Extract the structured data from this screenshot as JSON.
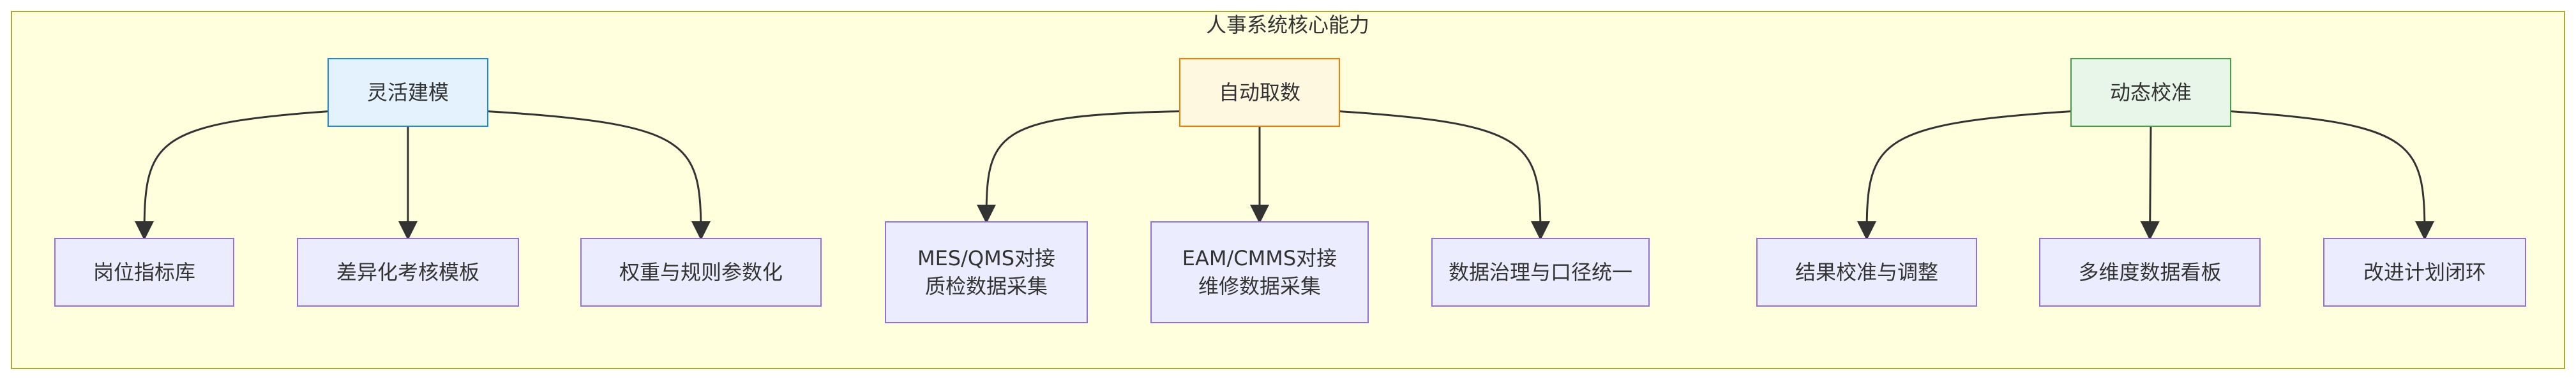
{
  "diagram": {
    "title": "人事系统核心能力",
    "colors": {
      "cluster_fill": "#ffffde",
      "cluster_stroke": "#aaaa33",
      "leaf_fill": "#ececff",
      "leaf_stroke": "#9370db",
      "edge": "#333333",
      "text": "#333333"
    },
    "groups": [
      {
        "id": "flexible-modeling",
        "label": [
          "灵活建模"
        ],
        "fill": "#e3f2fd",
        "stroke": "#1e88e5",
        "children": [
          {
            "id": "job-indicator-library",
            "label": [
              "岗位指标库"
            ]
          },
          {
            "id": "differentiated-templates",
            "label": [
              "差异化考核模板"
            ]
          },
          {
            "id": "weight-rule-parameters",
            "label": [
              "权重与规则参数化"
            ]
          }
        ]
      },
      {
        "id": "auto-fetch",
        "label": [
          "自动取数"
        ],
        "fill": "#fff8e1",
        "stroke": "#f57c00",
        "children": [
          {
            "id": "mes-qms-integration",
            "label": [
              "MES/QMS对接",
              "质检数据采集"
            ]
          },
          {
            "id": "eam-cmms-integration",
            "label": [
              "EAM/CMMS对接",
              "维修数据采集"
            ]
          },
          {
            "id": "data-governance",
            "label": [
              "数据治理与口径统一"
            ]
          }
        ]
      },
      {
        "id": "dynamic-calibration",
        "label": [
          "动态校准"
        ],
        "fill": "#e8f5e9",
        "stroke": "#43a047",
        "children": [
          {
            "id": "result-calibration",
            "label": [
              "结果校准与调整"
            ]
          },
          {
            "id": "multi-dim-dashboard",
            "label": [
              "多维度数据看板"
            ]
          },
          {
            "id": "improvement-loop",
            "label": [
              "改进计划闭环"
            ]
          }
        ]
      }
    ]
  }
}
